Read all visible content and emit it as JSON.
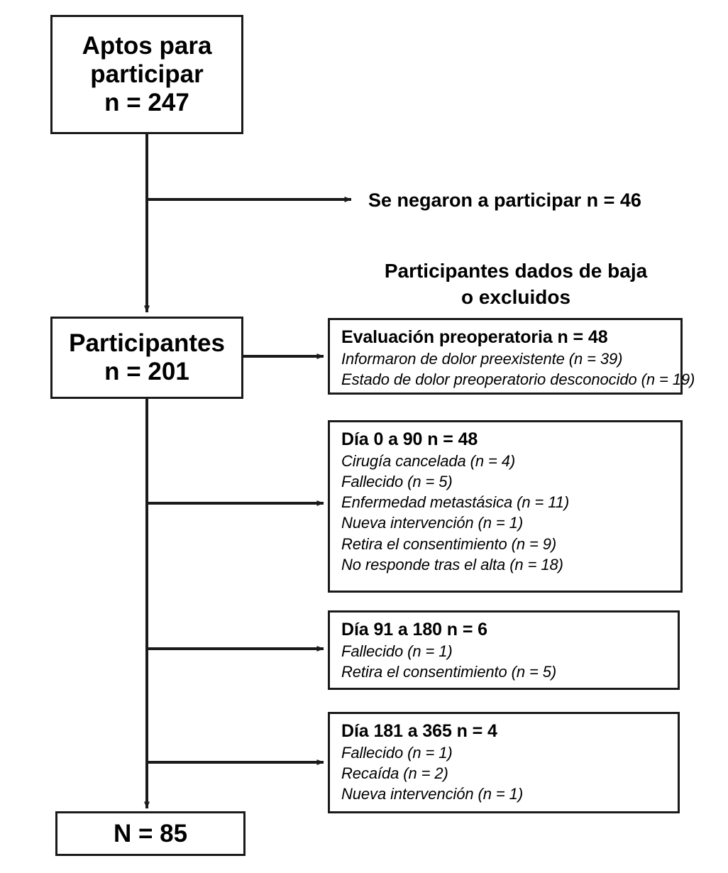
{
  "diagram": {
    "type": "participant-flow-chart",
    "language": "es",
    "line_color": "#1a1a1a",
    "background": "#ffffff",
    "main_nodes": [
      {
        "id": "eligible",
        "lines": [
          "Aptos para",
          "participar",
          "n = 247"
        ],
        "n": 247
      },
      {
        "id": "participants",
        "lines": [
          "Participantes",
          "n = 201"
        ],
        "n": 201
      },
      {
        "id": "final",
        "lines": [
          "N = 85"
        ],
        "n": 85
      }
    ],
    "refused": {
      "label": "Se negaron a participar n = 46",
      "n": 46
    },
    "exclusions_header": {
      "line1": "Participantes dados de baja",
      "line2": "o excluidos"
    },
    "exclusion_boxes": [
      {
        "id": "preop",
        "title": "Evaluación preoperatoria n = 48",
        "n": 48,
        "reasons": [
          "Informaron de dolor preexistente (n = 39)",
          "Estado de dolor preoperatorio desconocido (n = 19)"
        ]
      },
      {
        "id": "day-0-90",
        "title": "Día 0 a 90 n = 48",
        "n": 48,
        "reasons": [
          "Cirugía cancelada (n = 4)",
          "Fallecido (n = 5)",
          "Enfermedad metastásica (n = 11)",
          "Nueva intervención (n = 1)",
          "Retira el consentimiento (n = 9)",
          "No responde tras el alta (n = 18)"
        ]
      },
      {
        "id": "day-91-180",
        "title": "Día 91 a 180 n = 6",
        "n": 6,
        "reasons": [
          "Fallecido (n = 1)",
          "Retira el consentimiento (n = 5)"
        ]
      },
      {
        "id": "day-181-365",
        "title": "Día 181 a 365 n = 4",
        "n": 4,
        "reasons": [
          "Fallecido (n = 1)",
          "Recaída (n = 2)",
          "Nueva intervención (n = 1)"
        ]
      }
    ]
  }
}
